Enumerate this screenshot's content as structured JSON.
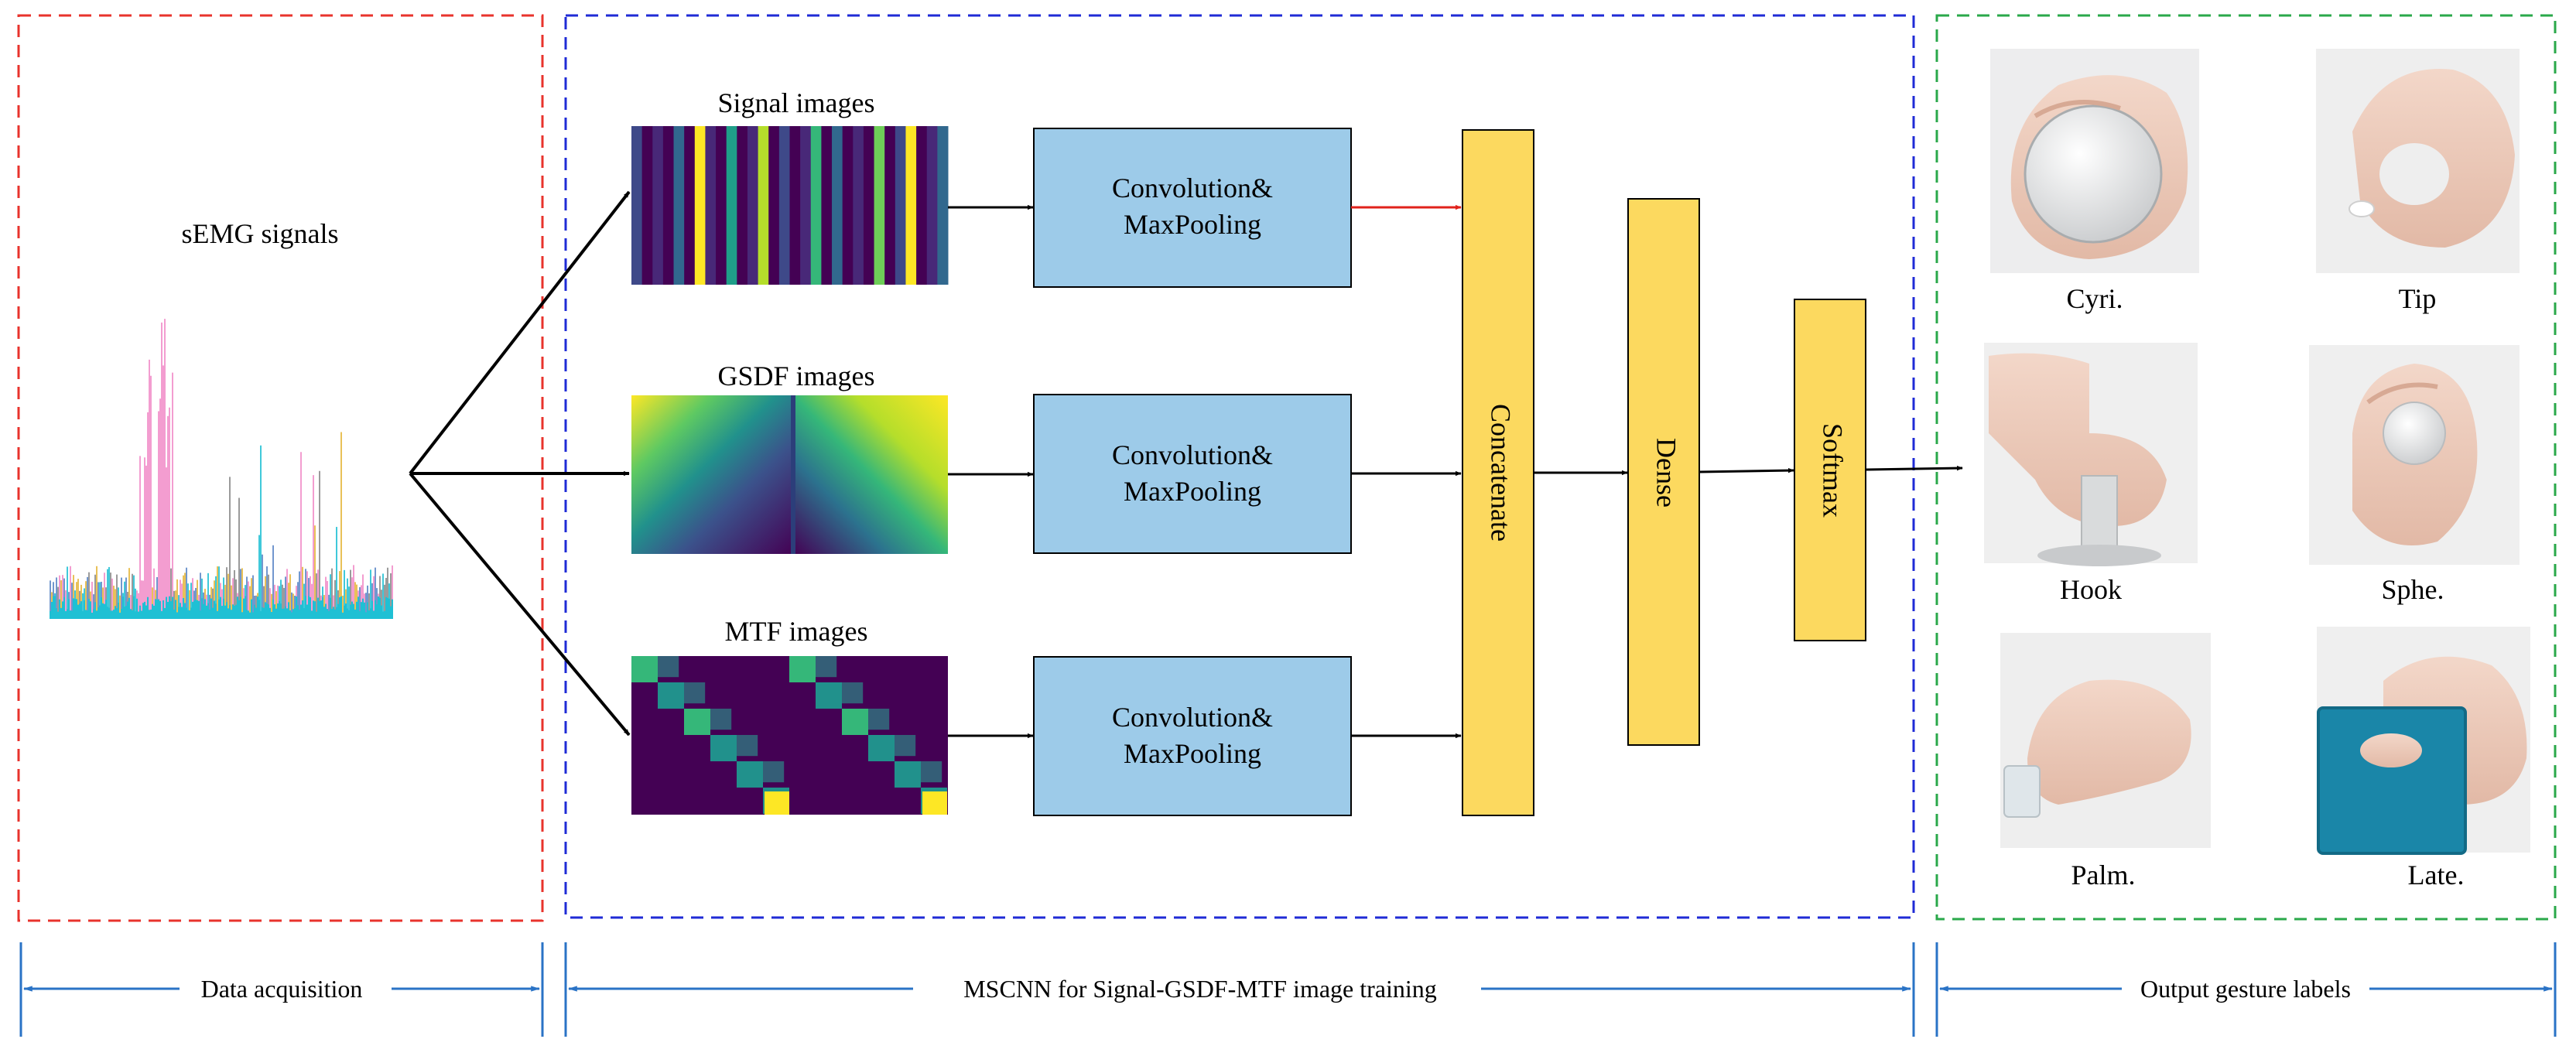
{
  "sections": {
    "data_acquisition": {
      "signal_label": "sEMG signals",
      "bar_label": "Data acquisition",
      "frame_color": "#e8332c"
    },
    "mscnn": {
      "bar_label": "MSCNN for  Signal-GSDF-MTF image training",
      "frame_color": "#1f2bd6",
      "inputs": [
        {
          "label": "Signal images",
          "icon": "signal-image-icon"
        },
        {
          "label": "GSDF images",
          "icon": "gsdf-image-icon"
        },
        {
          "label": "MTF images",
          "icon": "mtf-image-icon"
        }
      ],
      "conv_blocks": [
        {
          "line1": "Convolution&",
          "line2": "MaxPooling"
        },
        {
          "line1": "Convolution&",
          "line2": "MaxPooling"
        },
        {
          "line1": "Convolution&",
          "line2": "MaxPooling"
        }
      ],
      "layers": {
        "concatenate": "Concatenate",
        "dense": "Dense",
        "softmax": "Softmax"
      }
    },
    "output": {
      "bar_label": "Output  gesture labels",
      "frame_color": "#2aa84a",
      "gestures": [
        {
          "label": "Cyri.",
          "icon": "cylindrical-grasp-photo-icon"
        },
        {
          "label": "Tip",
          "icon": "tip-grasp-photo-icon"
        },
        {
          "label": "Hook",
          "icon": "hook-grasp-photo-icon"
        },
        {
          "label": "Sphe.",
          "icon": "spherical-grasp-photo-icon"
        },
        {
          "label": "Palm.",
          "icon": "palmar-grasp-photo-icon"
        },
        {
          "label": "Late.",
          "icon": "lateral-grasp-photo-icon"
        }
      ]
    }
  },
  "colors": {
    "conv_fill": "#9dcbe9",
    "layer_fill": "#fcd95f",
    "bracket": "#2a73c6",
    "highlight_arrow": "#e0221b",
    "viridis_dark": "#440154",
    "viridis_teal": "#21918c",
    "viridis_green": "#35b779",
    "viridis_yellow": "#fde725"
  }
}
